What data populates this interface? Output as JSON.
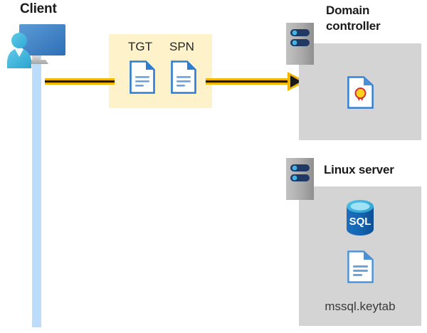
{
  "diagram": {
    "title_visible": false,
    "colors": {
      "arrow_yellow": "#f2b600",
      "arrow_core": "#1a1a1a",
      "highlight_box": "#fdf2c9",
      "panel_gray": "#d4d4d4",
      "lifeline_blue": "#bcdcfb",
      "doc_blue": "#2d7dd2",
      "doc_fold_blue": "#3d85c6",
      "server_gray": "#9e9e9e",
      "server_led_navy": "#1f3864",
      "server_led_cyan": "#41b6e6",
      "sql_blue": "#1263b0",
      "sql_top_cyan": "#39a9dc",
      "cert_seal_yellow": "#ffd21e",
      "cert_ribbon_red": "#d32f2f",
      "text_dark": "#1a1a1a",
      "text_gray": "#3a3a3a"
    },
    "client": {
      "label": "Client",
      "icon": "user-computer-icon",
      "lifeline": "client-lifeline"
    },
    "message": {
      "box_label": "kerberos-ticket-request",
      "items": [
        {
          "label": "TGT",
          "icon": "document-icon"
        },
        {
          "label": "SPN",
          "icon": "document-icon"
        }
      ],
      "arrow_direction": "right"
    },
    "panels": [
      {
        "name": "domain-controller",
        "title": "Domain controller",
        "title_lines": [
          "Domain",
          "controller"
        ],
        "server_icon": "server-rack-icon",
        "contents": [
          {
            "icon": "certificate-document-icon",
            "label": ""
          }
        ]
      },
      {
        "name": "linux-server",
        "title": "Linux server",
        "title_lines": [
          "Linux server"
        ],
        "server_icon": "server-rack-icon",
        "contents": [
          {
            "icon": "sql-database-icon",
            "label": "SQL"
          },
          {
            "icon": "document-icon",
            "label": "mssql.keytab"
          }
        ]
      }
    ]
  }
}
